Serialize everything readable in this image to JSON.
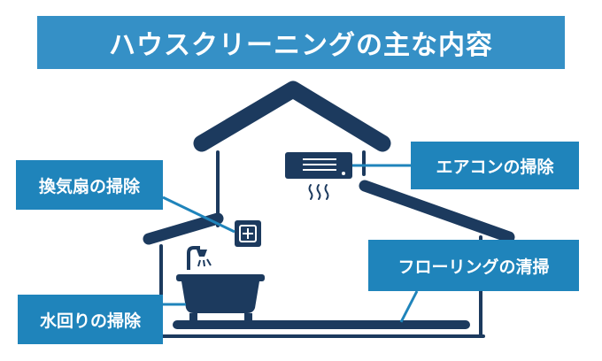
{
  "title": "ハウスクリーニングの主な内容",
  "labels": {
    "fan": "換気扇の掃除",
    "aircon": "エアコンの掃除",
    "flooring": "フローリングの清掃",
    "bath": "水回りの掃除"
  },
  "colors": {
    "banner": "#3590c6",
    "label": "#1f84bb",
    "house": "#1c3a5e",
    "leader": "#1f84bb"
  },
  "icons": [
    "house-icon",
    "ventilation-fan-icon",
    "air-conditioner-icon",
    "heat-waves-icon",
    "bathtub-icon",
    "shower-icon"
  ]
}
